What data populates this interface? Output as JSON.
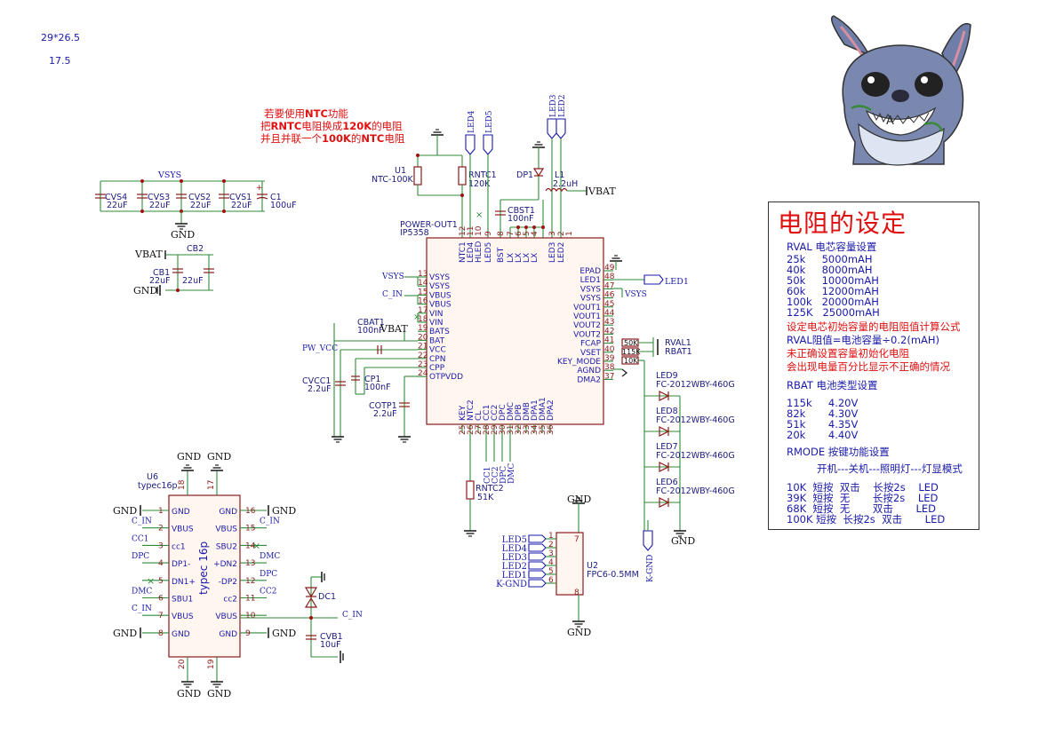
{
  "corner_dims": {
    "line1": "29*26.5",
    "line2": "17.5"
  },
  "ntc_note": {
    "line1_pre": "若要使用",
    "line1_bold": "NTC",
    "line1_post": "功能",
    "line2_pre": "把",
    "line2_bold1": "RNTC",
    "line2_mid": "电阻换成",
    "line2_bold2": "120K",
    "line2_post": "的电阻",
    "line3_pre": "并且并联一个",
    "line3_bold": "100K",
    "line3_mid": "的",
    "line3_bold2": "NTC",
    "line3_post": "电阻"
  },
  "settings_box": {
    "title": "电阻的设定",
    "rval_header": "RVAL 电芯容量设置",
    "rval_rows": [
      "25k     5000mAH",
      "40k     8000mAH",
      "50k     10000mAH",
      "60k     12000mAH",
      "100k   20000mAH",
      "125K   25000mAH"
    ],
    "formula_note": "设定电芯初始容量的电阻阻值计算公式",
    "formula": "RVAL阻值=电池容量÷0.2(mAH)",
    "warn1": "未正确设置容量初始化电阻",
    "warn2": "会出现电量百分比显示不正确的情况",
    "rbat_header": "RBAT 电池类型设置",
    "rbat_rows": [
      "115k     4.20V",
      "82k       4.30V",
      "51k       4.35V",
      "20k       4.40V"
    ],
    "rmode_header": "RMODE 按键功能设置",
    "rmode_sub": "开机---关机---照明灯---灯显模式",
    "rmode_rows": [
      "10K  短按  双击    长按2s    LED",
      "39K  短按  无       长按2s    LED",
      "68K  短按  无       双击       LED",
      "100K 短按  长按2s  双击       LED"
    ]
  },
  "labels": {
    "gnd": "GND",
    "vsys": "VSYS",
    "vbat": "VBAT",
    "c_in": "C_IN",
    "pw_vcc": "PW_VCC",
    "cvs4": "CVS4",
    "cvs3": "CVS3",
    "cvs2": "CVS2",
    "cvs1": "CVS1",
    "c1": "C1",
    "cap22": "22uF",
    "cap100": "100uF",
    "cb1": "CB1",
    "cb2": "CB2",
    "u1": "U1",
    "u1_val": "NTC-100K",
    "rntc1": "RNTC1",
    "rntc1_val": "120K",
    "led4": "LED4",
    "led5": "LED5",
    "led3": "LED3",
    "led2": "LED2",
    "led1": "LED1",
    "dp1": "DP1",
    "l1": "L1",
    "l1_val": "2.2uH",
    "cbst1": "CBST1",
    "cbst1_val": "100nF",
    "power_out": "POWER-OUT1",
    "ip5358": "IP5358",
    "cbat1": "CBAT1",
    "cbat1_val": "100nF",
    "cvcc1": "CVCC1",
    "cvcc1_val": "2.2uF",
    "cp1": "CP1",
    "cp1_val": "100nF",
    "cotp1": "COTP1",
    "cotp1_val": "2.2uF",
    "rntc2": "RNTC2",
    "rntc2_val": "51K",
    "rval1": "RVAL1",
    "rbat1": "RBAT1",
    "r50k": "50K",
    "r115": "115K",
    "r10k": "10K",
    "led9": "LED9",
    "led8": "LED8",
    "led7": "LED7",
    "led6": "LED6",
    "led_part": "FC-2012WBY-460G",
    "k_gnd": "K-GND",
    "u2": "U2",
    "u2_val": "FPC6-0.5MM",
    "u6": "U6",
    "u6_val": "typec16p",
    "typec_center": "typec 16p",
    "dc1": "DC1",
    "cvb1": "CVB1",
    "cvb1_val": "10uF",
    "cc1": "CC1",
    "cc2": "CC2",
    "dpc": "DPC",
    "dmc": "DMC"
  },
  "ic_left_pins": [
    {
      "n": "13",
      "name": "VSYS"
    },
    {
      "n": "14",
      "name": "VSYS"
    },
    {
      "n": "15",
      "name": "VBUS"
    },
    {
      "n": "16",
      "name": "VBUS"
    },
    {
      "n": "17",
      "name": "VIN"
    },
    {
      "n": "18",
      "name": "VIN"
    },
    {
      "n": "19",
      "name": "BATS"
    },
    {
      "n": "20",
      "name": "BAT"
    },
    {
      "n": "21",
      "name": "VCC"
    },
    {
      "n": "22",
      "name": "CPN"
    },
    {
      "n": "23",
      "name": "CPP"
    },
    {
      "n": "24",
      "name": "OTPVDD"
    }
  ],
  "ic_right_pins": [
    {
      "n": "49",
      "name": "EPAD"
    },
    {
      "n": "48",
      "name": "LED1"
    },
    {
      "n": "47",
      "name": "VSYS"
    },
    {
      "n": "46",
      "name": "VSYS"
    },
    {
      "n": "45",
      "name": "VOUT1"
    },
    {
      "n": "44",
      "name": "VOUT1"
    },
    {
      "n": "43",
      "name": "VOUT2"
    },
    {
      "n": "42",
      "name": "VOUT2"
    },
    {
      "n": "41",
      "name": "FCAP"
    },
    {
      "n": "40",
      "name": "VSET"
    },
    {
      "n": "39",
      "name": "KEY_MODE"
    },
    {
      "n": "38",
      "name": "AGND"
    },
    {
      "n": "37",
      "name": "DMA2"
    }
  ],
  "ic_top_pins": [
    {
      "n": "12",
      "name": "NTC1"
    },
    {
      "n": "11",
      "name": "LED4"
    },
    {
      "n": "10",
      "name": "HLED"
    },
    {
      "n": "9",
      "name": "LED5"
    },
    {
      "n": "8",
      "name": "BST"
    },
    {
      "n": "7",
      "name": "LX"
    },
    {
      "n": "6",
      "name": "LX"
    },
    {
      "n": "5",
      "name": "LX"
    },
    {
      "n": "4",
      "name": "LX"
    },
    {
      "n": "3",
      "name": "LED3"
    },
    {
      "n": "2",
      "name": "LED2"
    },
    {
      "n": "1",
      "name": ""
    }
  ],
  "ic_bottom_pins": [
    {
      "n": "25",
      "name": "KEY"
    },
    {
      "n": "26",
      "name": "NTC2"
    },
    {
      "n": "27",
      "name": "CL"
    },
    {
      "n": "28",
      "name": "CC1"
    },
    {
      "n": "29",
      "name": "CC2"
    },
    {
      "n": "30",
      "name": "DPC"
    },
    {
      "n": "31",
      "name": "DMC"
    },
    {
      "n": "32",
      "name": "DPB"
    },
    {
      "n": "33",
      "name": "DMB"
    },
    {
      "n": "34",
      "name": "DPA1"
    },
    {
      "n": "35",
      "name": "DMA1"
    },
    {
      "n": "36",
      "name": "DPA2"
    }
  ],
  "u6_left_pins": [
    {
      "n": "1",
      "name": "GND"
    },
    {
      "n": "2",
      "name": "VBUS"
    },
    {
      "n": "3",
      "name": "cc1"
    },
    {
      "n": "4",
      "name": "DP1-"
    },
    {
      "n": "5",
      "name": "DN1+"
    },
    {
      "n": "6",
      "name": "SBU1"
    },
    {
      "n": "7",
      "name": "VBUS"
    },
    {
      "n": "8",
      "name": "GND"
    }
  ],
  "u6_right_pins": [
    {
      "n": "16",
      "name": "GND"
    },
    {
      "n": "15",
      "name": "VBUS"
    },
    {
      "n": "14",
      "name": "SBU2"
    },
    {
      "n": "13",
      "name": "+DN2"
    },
    {
      "n": "12",
      "name": "-DP2"
    },
    {
      "n": "11",
      "name": "cc2"
    },
    {
      "n": "10",
      "name": "VBUS"
    },
    {
      "n": "9",
      "name": "GND"
    }
  ],
  "u6_right_nets": [
    "GND",
    "C_IN",
    "",
    "DMC",
    "DPC",
    "CC2",
    "C_IN",
    "GND"
  ],
  "u6_left_nets": [
    "GND",
    "C_IN",
    "CC1",
    "DPC",
    "",
    "DMC",
    "C_IN",
    "GND"
  ],
  "u6_top_pins": [
    "18",
    "17"
  ],
  "u6_bottom_pins": [
    "20",
    "19"
  ],
  "fpc_pins": [
    {
      "n": "1",
      "net": "LED5"
    },
    {
      "n": "2",
      "net": "LED4"
    },
    {
      "n": "3",
      "net": "LED3"
    },
    {
      "n": "4",
      "net": "LED2"
    },
    {
      "n": "5",
      "net": "LED1"
    },
    {
      "n": "6",
      "net": "K-GND"
    }
  ],
  "fpc_extra_pins": [
    "7",
    "8"
  ],
  "bottom_bus_labels": [
    "CC1",
    "CC2",
    "DPC",
    "DMC"
  ]
}
